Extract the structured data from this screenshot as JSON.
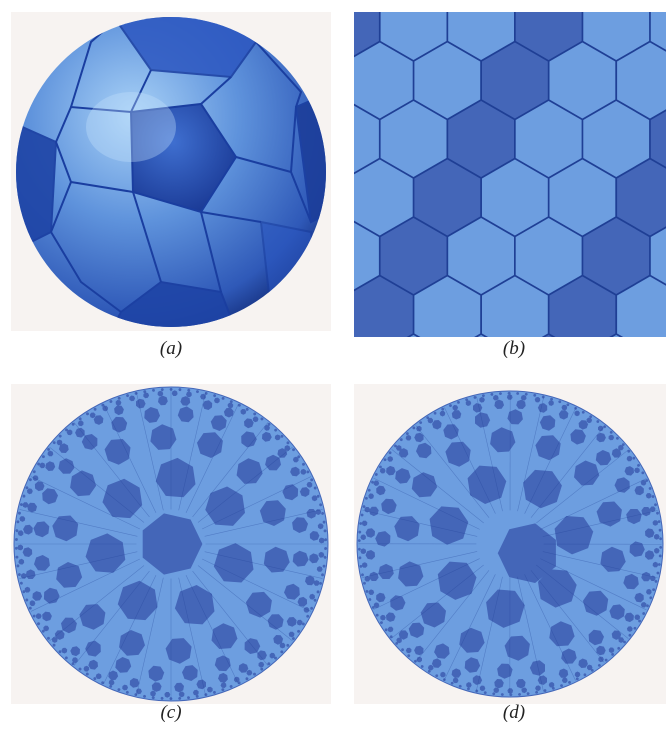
{
  "figure": {
    "panels": [
      {
        "id": "a",
        "caption": "(a)",
        "label": "a"
      },
      {
        "id": "b",
        "caption": "(b)",
        "label": "b"
      },
      {
        "id": "c",
        "caption": "(c)",
        "label": "c"
      },
      {
        "id": "d",
        "caption": "(d)",
        "label": "d"
      }
    ]
  },
  "colors": {
    "light_face": "#6d9ee0",
    "dark_face": "#4466b8",
    "edge": "#1f3f95",
    "backdrop": "#f7f3f1",
    "sphere_dark": "#1e3c9c",
    "sphere_mid": "#3f73cf",
    "sphere_light": "#9ec9f5"
  }
}
